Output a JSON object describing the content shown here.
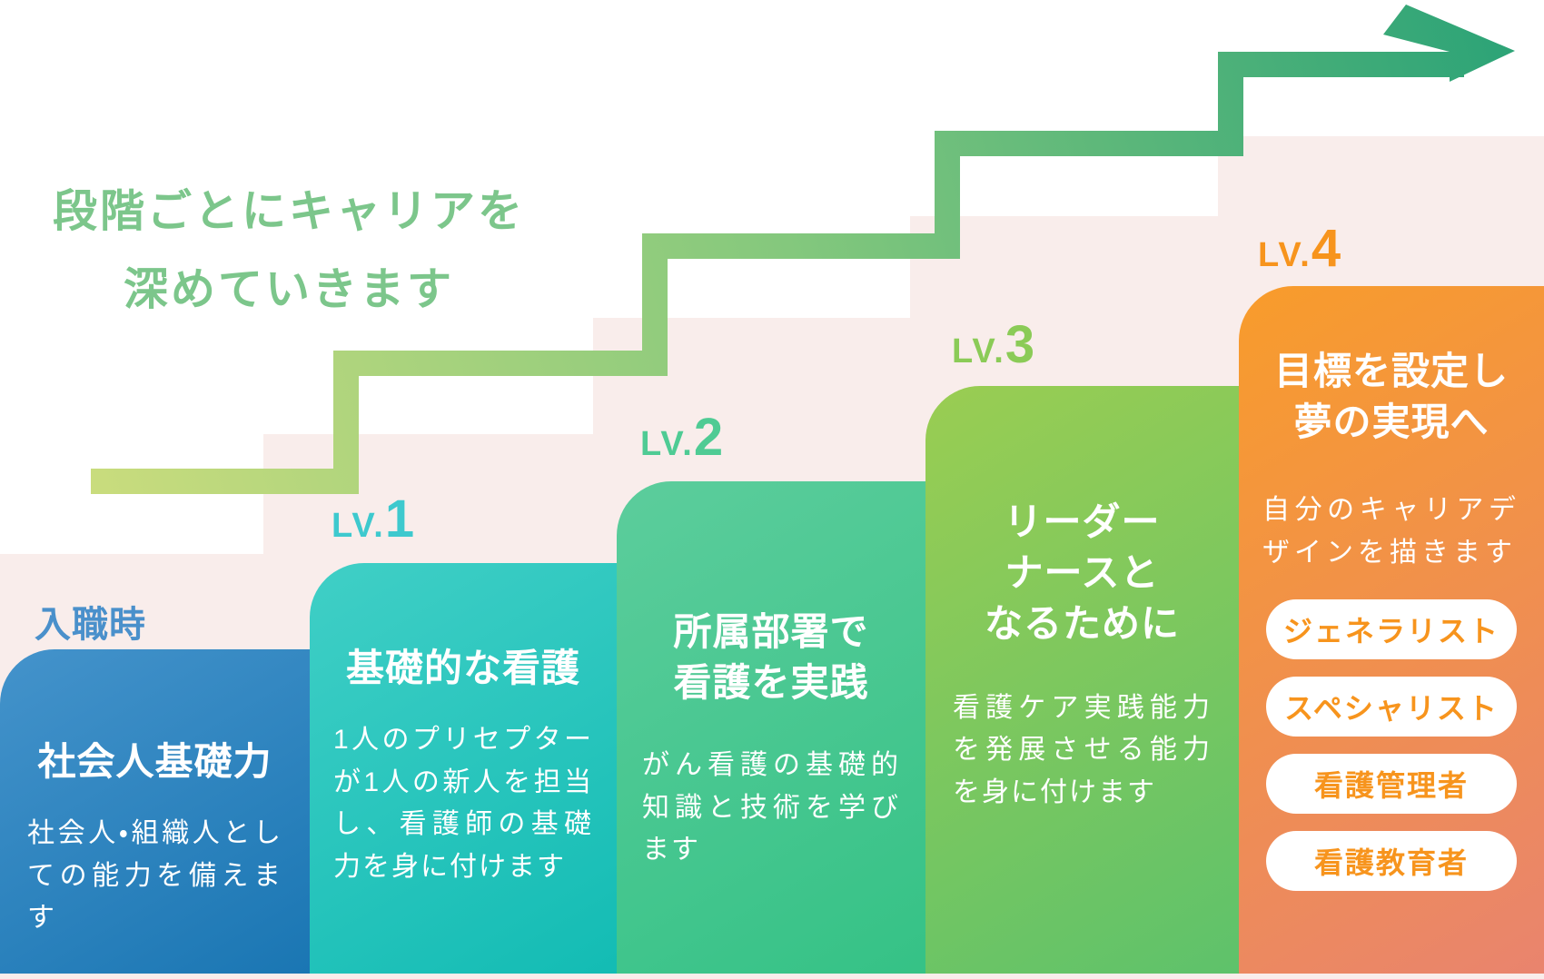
{
  "theme": {
    "page_bg": "#ffffff",
    "step_bg": "#f9edeb",
    "title_color": "#7cc68b",
    "pill_bg": "#ffffff",
    "pill_text": "#f7941d",
    "arrow_gradient": [
      "#c9dc7d",
      "#84c87d",
      "#2ea477"
    ]
  },
  "main_title": {
    "line1": "段階ごとにキャリアを",
    "line2": "深めていきます"
  },
  "stages": [
    {
      "label_prefix": "入職時",
      "label_number": "",
      "label_color": "#4a90cb",
      "title_lines": [
        "社会人基礎力"
      ],
      "body": "社会人・組織人としての能力を備えます",
      "colors": [
        "#4493cb",
        "#1a76b3"
      ]
    },
    {
      "label_prefix": "LV.",
      "label_number": "1",
      "label_color": "#3ec9ce",
      "title_lines": [
        "基礎的な看護"
      ],
      "body": "1人のプリセプターが1人の新人を担当し、看護師の基礎力を身に付けます",
      "colors": [
        "#40cfc6",
        "#13bcb4"
      ]
    },
    {
      "label_prefix": "LV.",
      "label_number": "2",
      "label_color": "#4fcb94",
      "title_lines": [
        "所属部署で",
        "看護を実践"
      ],
      "body": "がん看護の基礎的知識と技術を学びます",
      "colors": [
        "#5ccd9c",
        "#35c286"
      ]
    },
    {
      "label_prefix": "LV.",
      "label_number": "3",
      "label_color": "#8bcb57",
      "title_lines": [
        "リーダー",
        "ナースと",
        "なるために"
      ],
      "body": "看護ケア実践能力を発展させる能力を身に付けます",
      "colors": [
        "#9acd52",
        "#5ec26b"
      ]
    },
    {
      "label_prefix": "LV.",
      "label_number": "4",
      "label_color": "#f7941d",
      "title_lines": [
        "目標を設定し",
        "夢の実現へ"
      ],
      "body": "自分のキャリアデザインを描きます",
      "colors": [
        "#f89c2b",
        "#e9846e"
      ],
      "pills": [
        "ジェネラリスト",
        "スペシャリスト",
        "看護管理者",
        "看護教育者"
      ]
    }
  ]
}
